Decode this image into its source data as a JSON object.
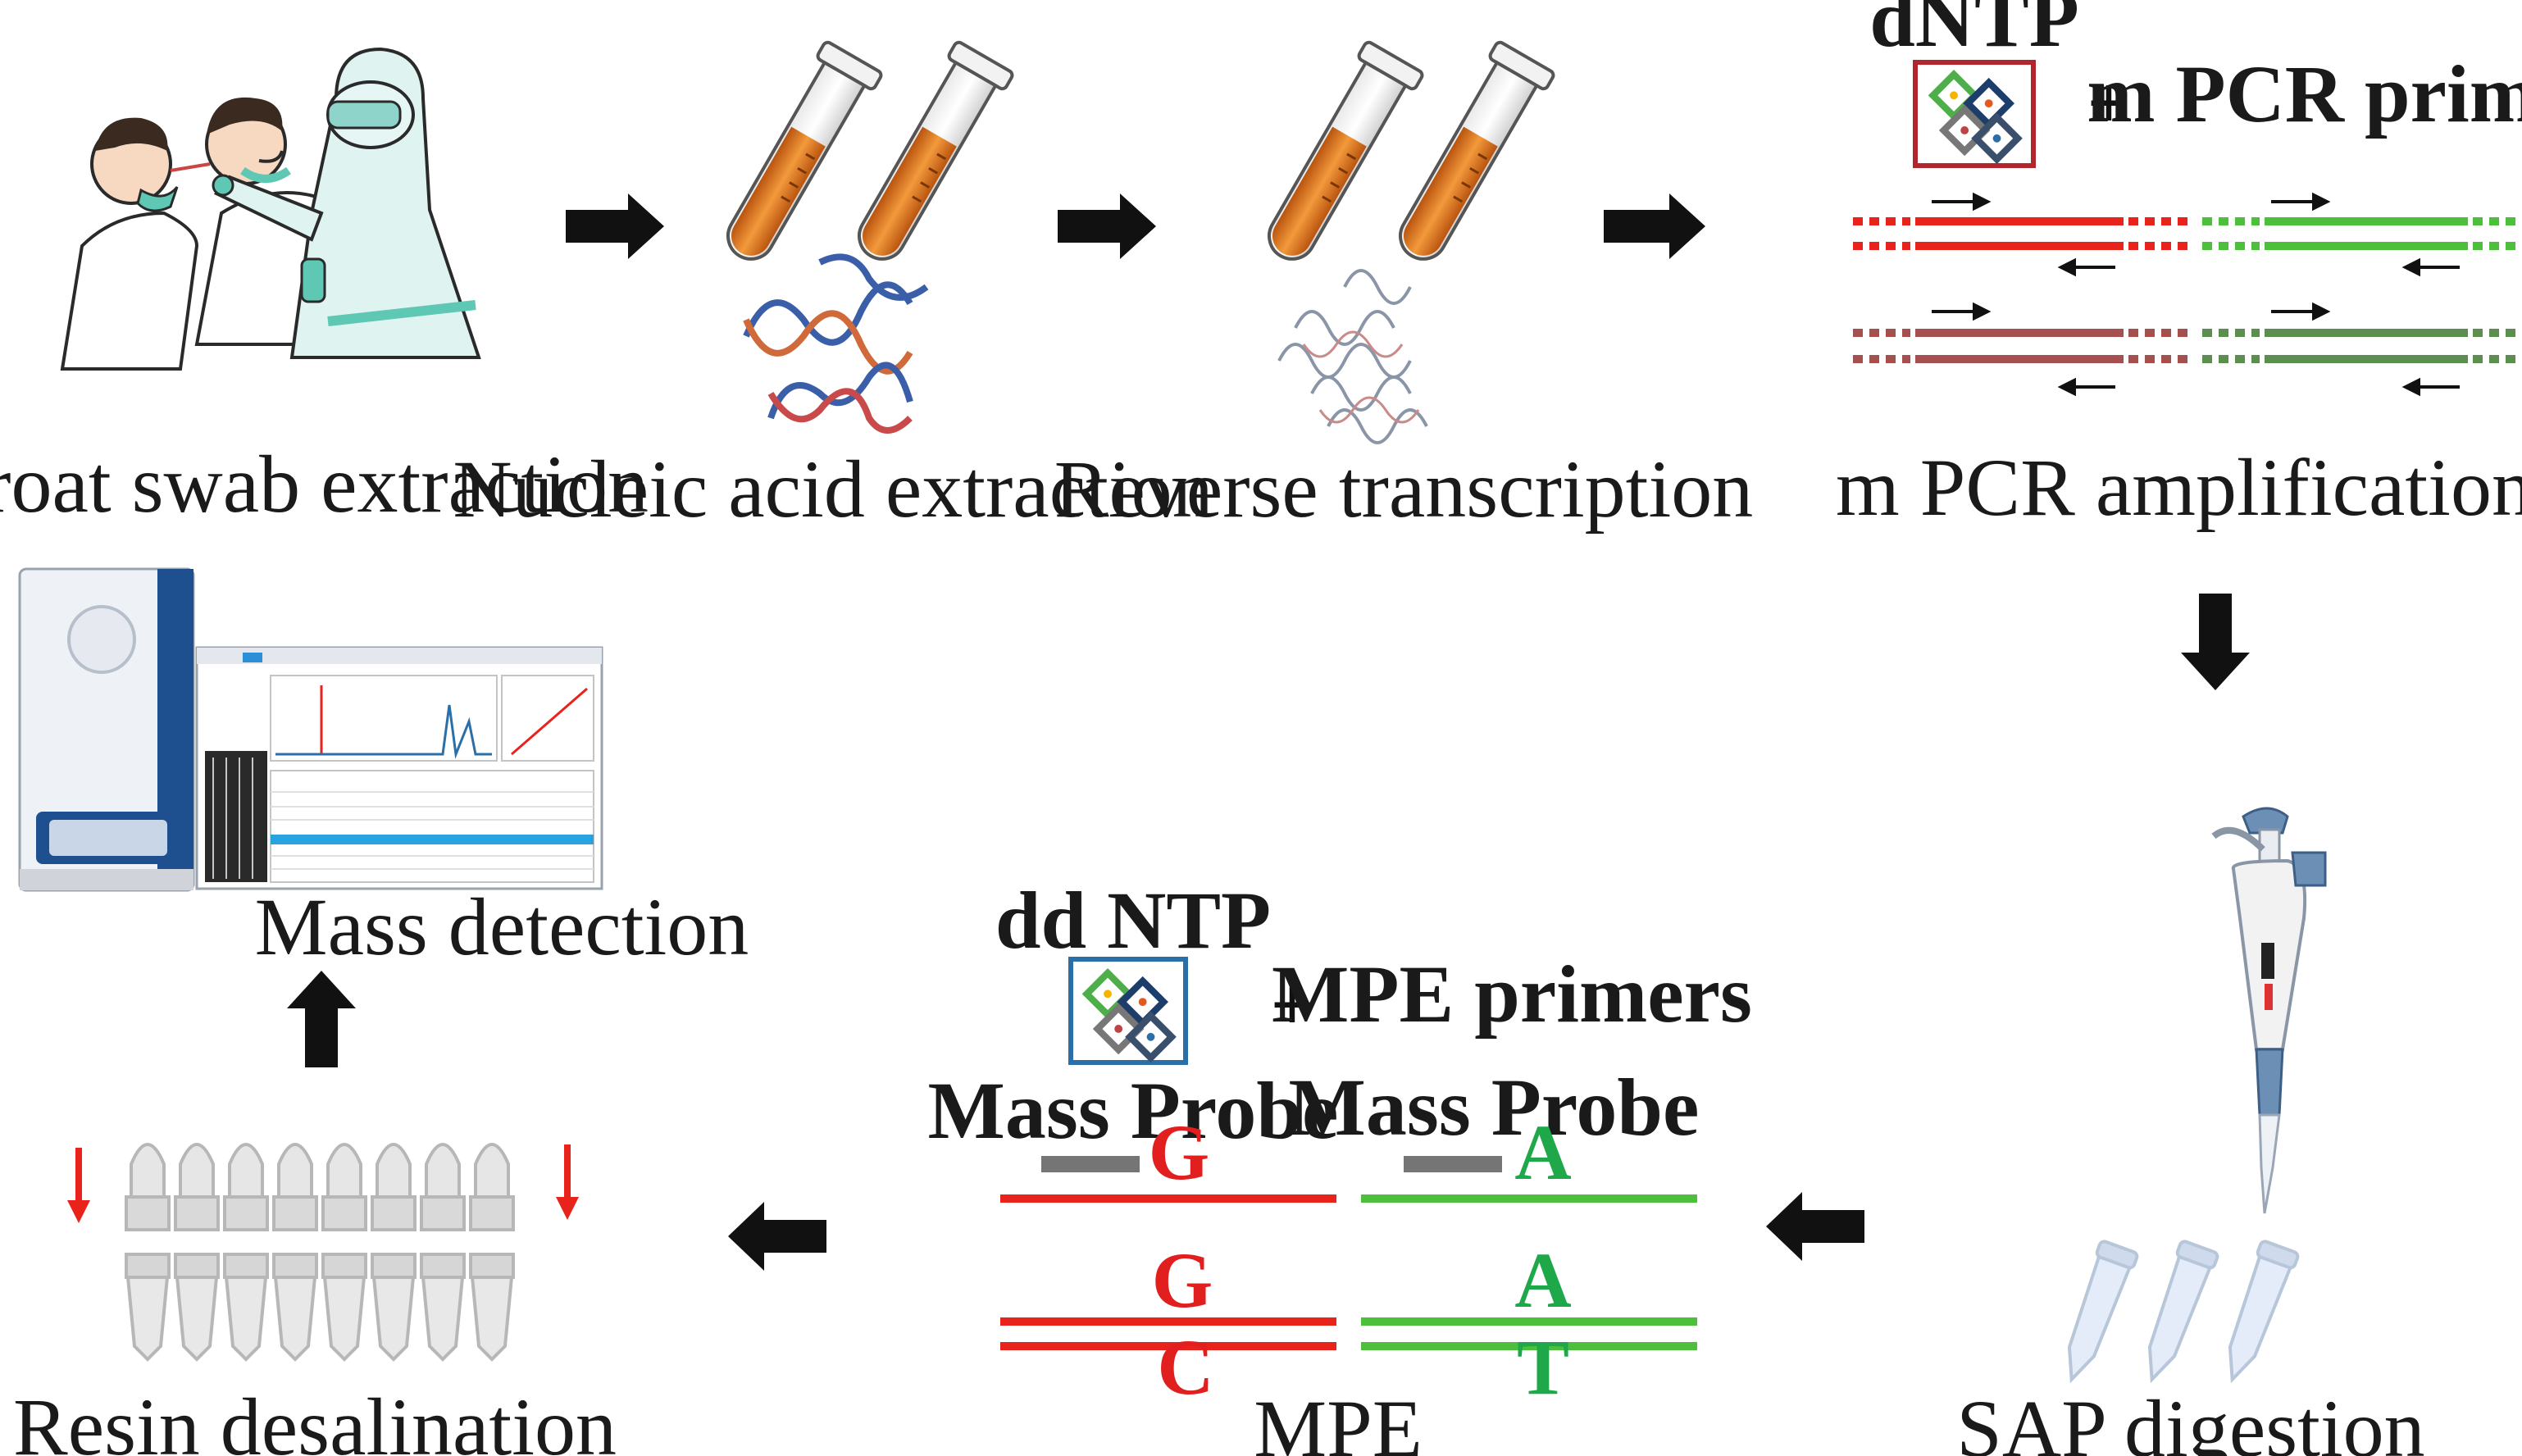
{
  "steps": {
    "throat_swab": "Throat swab extraction",
    "nucleic_acid": "Nucleic acid extraction",
    "reverse_transcription": "Reverse transcription",
    "mpcr_amplification": "m PCR amplification",
    "sap_digestion": "SAP digestion",
    "mpe": "MPE",
    "resin_desalination": "Resin desalination",
    "mass_detection": "Mass detection"
  },
  "mpcr": {
    "dntp_label": "dNTP",
    "plus": "+",
    "primers_label": "m PCR primers"
  },
  "mpe_panel": {
    "ddntp_label": "dd NTP",
    "plus": "+",
    "primers_label": "MPE primers",
    "probe_left": "Mass Probe",
    "probe_right": "Mass Probe",
    "base_left_top": "G",
    "base_right_top": "A",
    "base_left_mid": "G",
    "base_right_mid": "A",
    "base_left_bottom": "C",
    "base_right_bottom": "T"
  },
  "colors": {
    "red": "#e8231c",
    "green": "#4dbf3c",
    "dark_red": "#a5504e",
    "dark_green": "#5c8f4f",
    "dntp_border": "#b3252d",
    "ddntp_border": "#2a6fa8",
    "base_red": "#e11f1f",
    "base_green": "#1fa84a"
  }
}
